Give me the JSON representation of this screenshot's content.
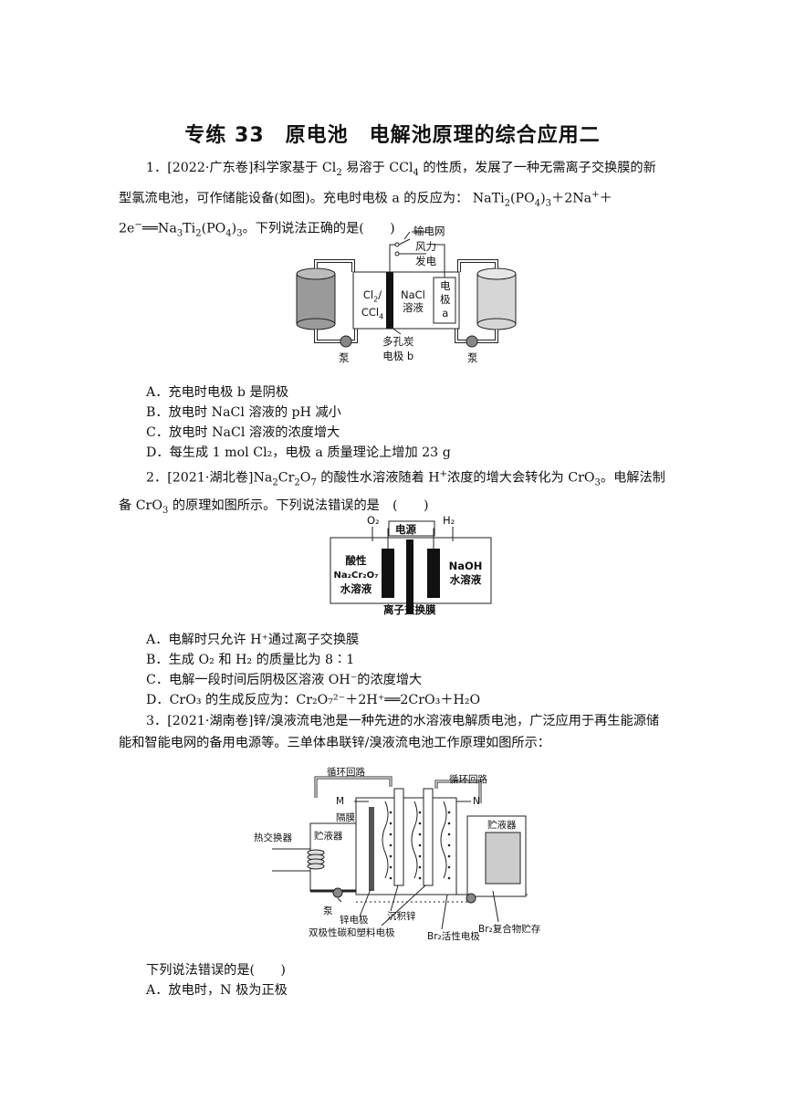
{
  "title": "专练 33　原电池　电解池原理的综合应用二",
  "q1": {
    "stem_a": "1．[2022·广东卷]科学家基于 Cl",
    "stem_b": " 易溶于 CCl",
    "stem_c": " 的性质，发展了一种无需离子交换膜的新型氯流电池，可作储能设备(如图)。充电时电极 a 的反应为：  NaTi",
    "stem_d": "(PO",
    "stem_e": ")",
    "stem_f": "＋2Na",
    "stem_g": "＋2e",
    "stem_h": "══Na",
    "stem_i": "Ti",
    "stem_j": "(PO",
    "stem_k": ")",
    "stem_l": "。下列说法正确的是(　　)",
    "figure": {
      "grid_label": "输电网",
      "wind_label": "风力发电",
      "wind_line1": "风力",
      "wind_line2": "发电",
      "left_solution": "Cl₂/CCl₄",
      "left_line1": "Cl",
      "left_line2": "CCl",
      "mid_line1": "NaCl",
      "mid_line2": "溶液",
      "electrode_a1": "电",
      "electrode_a2": "极",
      "electrode_a3": "a",
      "porous_line1": "多孔炭",
      "porous_line2": "电极 b",
      "pump_left": "泵",
      "pump_right": "泵"
    },
    "options": [
      "A．充电时电极 b 是阴极",
      "B．放电时 NaCl 溶液的 pH 减小",
      "C．放电时 NaCl 溶液的浓度增大",
      "D．每生成 1 mol Cl₂，电极 a 质量理论上增加 23 g"
    ]
  },
  "q2": {
    "stem_a": "2．[2021·湖北卷]Na",
    "stem_b": "Cr",
    "stem_c": "O",
    "stem_d": " 的酸性水溶液随着 H",
    "stem_e": "浓度的增大会转化为 CrO",
    "stem_f": "。电解法制备 CrO",
    "stem_g": " 的原理如图所示。下列说法错误的是　(　　)",
    "figure": {
      "o2": "O₂",
      "h2": "H₂",
      "power": "电源",
      "left_line1": "酸性",
      "left_line2": "Na₂Cr₂O₇",
      "left_line3": "水溶液",
      "right_line1": "NaOH",
      "right_line2": "水溶液",
      "membrane": "离子交换膜"
    },
    "options": [
      "A．电解时只允许 H⁺通过离子交换膜",
      "B．生成 O₂ 和 H₂ 的质量比为 8∶1",
      "C．电解一段时间后阴极区溶液 OH⁻的浓度增大",
      "D．CrO₃ 的生成反应为：Cr₂O₇²⁻＋2H⁺══2CrO₃＋H₂O"
    ]
  },
  "q3": {
    "stem": "3．[2021·湖南卷]锌/溴液流电池是一种先进的水溶液电解质电池，广泛应用于再生能源储能和智能电网的备用电源等。三单体串联锌/溴液流电池工作原理如图所示：",
    "figure": {
      "loop_left": "循环回路",
      "loop_right": "循环回路",
      "m_label": "M",
      "n_label": "N",
      "separator": "隔膜",
      "heat_exchanger": "热交换器",
      "reservoir_left": "贮液器",
      "reservoir_right": "贮液器",
      "pump": "泵",
      "zinc_electrode": "锌电极",
      "deposited_zinc": "沉积锌",
      "bipolar": "双极性碳和塑料电极",
      "br2_electrode": "Br₂活性电极",
      "br2_store": "Br₂复合物贮存"
    },
    "prompt": "下列说法错误的是(　　)",
    "options": [
      "A．放电时，N 极为正极"
    ]
  }
}
